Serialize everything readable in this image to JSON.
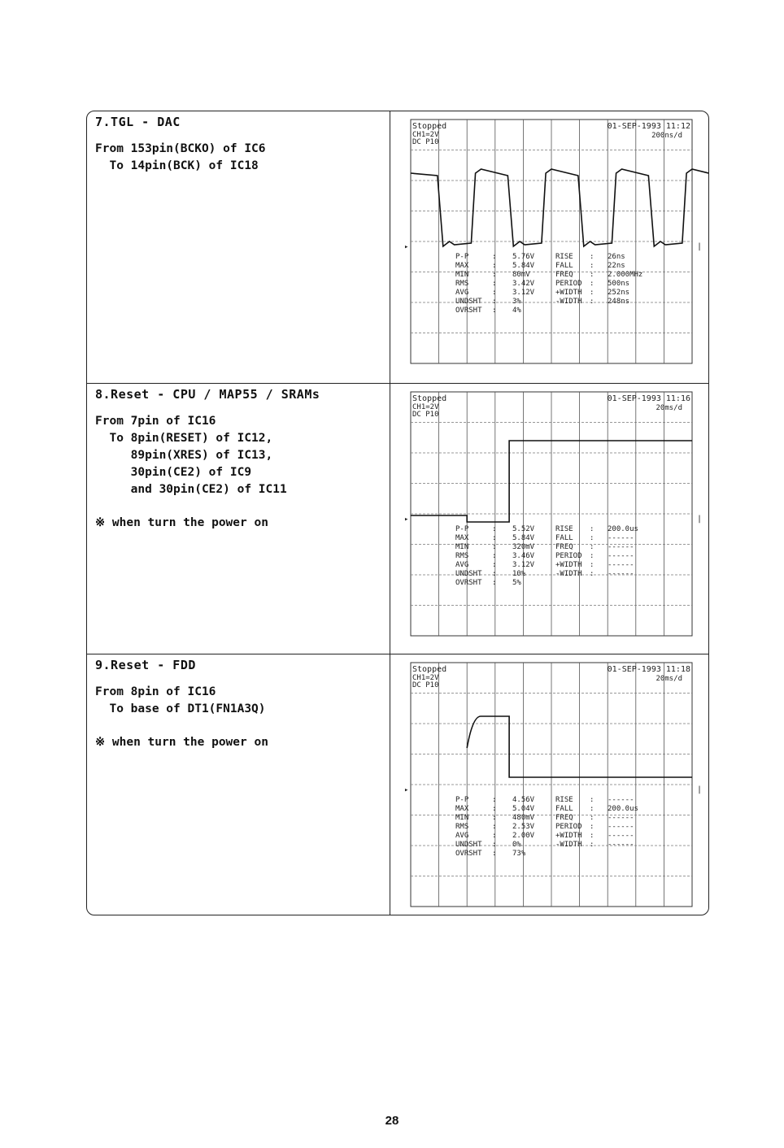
{
  "sections": [
    {
      "title": "7.TGL - DAC",
      "lines": [
        "From 153pin(BCKO) of IC6",
        "  To 14pin(BCK) of IC18"
      ],
      "note": "",
      "scope": {
        "status": "Stopped",
        "date": "01-SEP-1993 11:12",
        "channel": "CH1=2V",
        "coupling": "DC P10",
        "timebase": "200ns/d",
        "signal": "clock",
        "measurements": [
          [
            "P-P",
            ":",
            "5.76V"
          ],
          [
            "MAX",
            ":",
            "5.84V"
          ],
          [
            "MIN",
            ":",
            "80mV"
          ],
          [
            "RMS",
            ":",
            "3.42V"
          ],
          [
            "AVG",
            ":",
            "3.12V"
          ],
          [
            "UNDSHT",
            ":",
            "3%"
          ],
          [
            "OVRSHT",
            ":",
            "4%"
          ]
        ],
        "timings": [
          [
            "RISE",
            ":",
            "26ns"
          ],
          [
            "FALL",
            ":",
            "22ns"
          ],
          [
            "FREQ",
            ":",
            "2.000MHz"
          ],
          [
            "PERIOD",
            ":",
            "500ns"
          ],
          [
            "+WIDTH",
            ":",
            "252ns"
          ],
          [
            "-WIDTH",
            ":",
            "248ns"
          ]
        ]
      }
    },
    {
      "title": "8.Reset - CPU / MAP55 / SRAMs",
      "lines": [
        "From 7pin of IC16",
        "  To 8pin(RESET) of IC12,",
        "     89pin(XRES) of IC13,",
        "     30pin(CE2) of IC9",
        "     and 30pin(CE2) of IC11"
      ],
      "note": "※ when turn the power on",
      "scope": {
        "status": "Stopped",
        "date": "01-SEP-1993 11:16",
        "channel": "CH1=2V",
        "coupling": "DC P10",
        "timebase": "20ms/d",
        "signal": "step-up",
        "measurements": [
          [
            "P-P",
            ":",
            "5.52V"
          ],
          [
            "MAX",
            ":",
            "5.84V"
          ],
          [
            "MIN",
            ":",
            "320mV"
          ],
          [
            "RMS",
            ":",
            "3.46V"
          ],
          [
            "AVG",
            ":",
            "3.12V"
          ],
          [
            "UNDSHT",
            ":",
            "10%"
          ],
          [
            "OVRSHT",
            ":",
            "5%"
          ]
        ],
        "timings": [
          [
            "RISE",
            ":",
            "200.0us"
          ],
          [
            "FALL",
            ":",
            "------"
          ],
          [
            "FREQ",
            ":",
            "------"
          ],
          [
            "PERIOD",
            ":",
            "------"
          ],
          [
            "+WIDTH",
            ":",
            "------"
          ],
          [
            "-WIDTH",
            ":",
            "------"
          ]
        ]
      }
    },
    {
      "title": "9.Reset - FDD",
      "lines": [
        "From 8pin of IC16",
        "  To base of DT1(FN1A3Q)"
      ],
      "note": "※ when turn the power on",
      "scope": {
        "status": "Stopped",
        "date": "01-SEP-1993 11:18",
        "channel": "CH1=2V",
        "coupling": "DC P10",
        "timebase": "20ms/d",
        "signal": "pulse",
        "measurements": [
          [
            "P-P",
            ":",
            "4.56V"
          ],
          [
            "MAX",
            ":",
            "5.04V"
          ],
          [
            "MIN",
            ":",
            "480mV"
          ],
          [
            "RMS",
            ":",
            "2.53V"
          ],
          [
            "AVG",
            ":",
            "2.00V"
          ],
          [
            "UNDSHT",
            ":",
            "0%"
          ],
          [
            "OVRSHT",
            ":",
            "73%"
          ]
        ],
        "timings": [
          [
            "RISE",
            ":",
            "------"
          ],
          [
            "FALL",
            ":",
            "200.0us"
          ],
          [
            "FREQ",
            ":",
            "------"
          ],
          [
            "PERIOD",
            ":",
            "------"
          ],
          [
            "+WIDTH",
            ":",
            "------"
          ],
          [
            "-WIDTH",
            ":",
            "------"
          ]
        ]
      }
    }
  ],
  "page_number": "28"
}
